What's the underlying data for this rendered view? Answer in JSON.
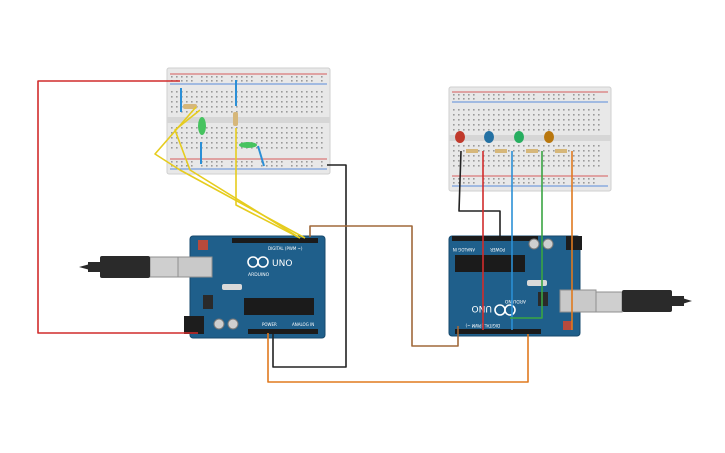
{
  "left_board": {
    "model": "UNO",
    "brand": "ARDUINO",
    "digital_header": "DIGITAL (PWM ~)",
    "power_header": "POWER",
    "analog_header": "ANALOG IN"
  },
  "right_board": {
    "model": "UNO",
    "brand": "ARDUINO",
    "digital_header": "DIGITAL (PWM ~)",
    "power_header": "POWER",
    "analog_header": "ANALOG IN"
  },
  "colors": {
    "board": "#1f5f8b",
    "board_edge": "#174a6e",
    "breadboard": "#e8e8e8",
    "wire_red": "#d12c2c",
    "wire_black": "#222222",
    "wire_brown": "#a0683a",
    "wire_orange": "#e07a1f",
    "wire_yellow": "#e6cc1e",
    "wire_blue": "#2b8fd6",
    "wire_green": "#3aa543",
    "led_red": "#c0392b",
    "led_blue": "#2471a3",
    "led_green": "#27ae60",
    "led_amber": "#b9770e",
    "usb_cable": "#2a2a2a"
  },
  "icons": [
    "usb-plug-icon",
    "arduino-infinity-logo-icon"
  ]
}
